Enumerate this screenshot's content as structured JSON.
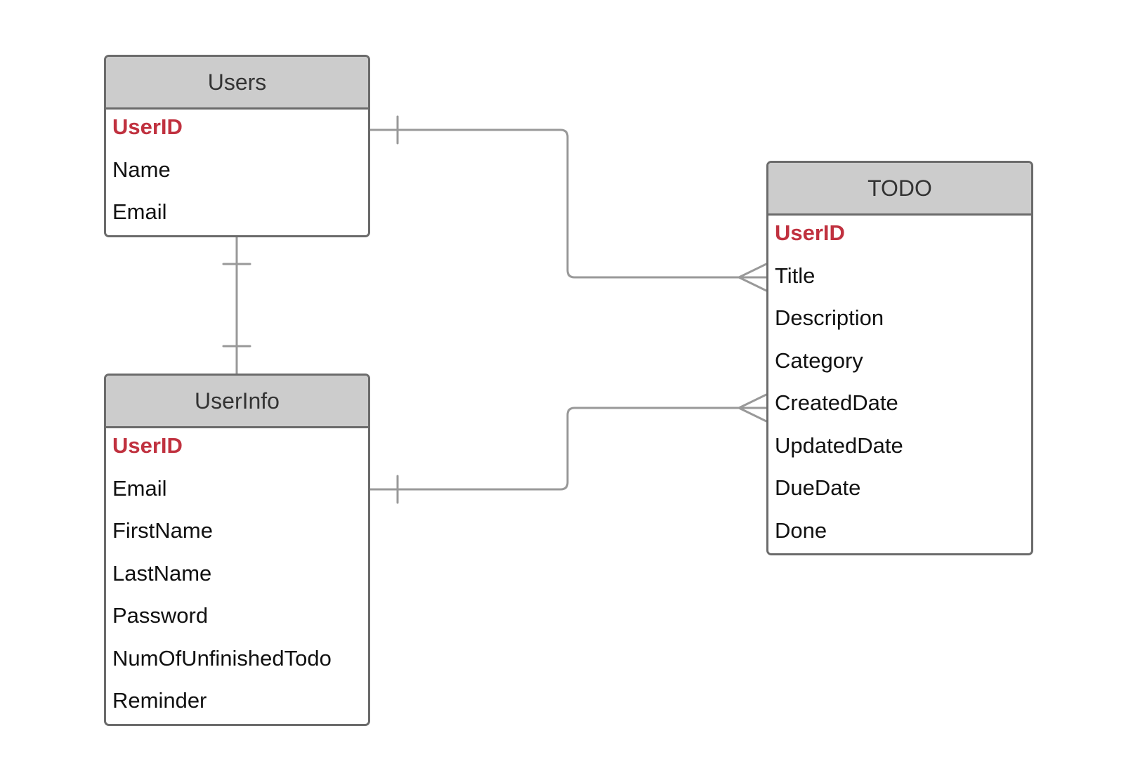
{
  "colors": {
    "header_bg": "#cccccc",
    "border": "#6b6b6b",
    "primary_key": "#c0313f",
    "connector": "#999999",
    "text": "#111111"
  },
  "entities": {
    "users": {
      "title": "Users",
      "fields": [
        {
          "name": "UserID",
          "primary_key": true
        },
        {
          "name": "Name",
          "primary_key": false
        },
        {
          "name": "Email",
          "primary_key": false
        }
      ]
    },
    "userinfo": {
      "title": "UserInfo",
      "fields": [
        {
          "name": "UserID",
          "primary_key": true
        },
        {
          "name": "Email",
          "primary_key": false
        },
        {
          "name": "FirstName",
          "primary_key": false
        },
        {
          "name": "LastName",
          "primary_key": false
        },
        {
          "name": "Password",
          "primary_key": false
        },
        {
          "name": "NumOfUnfinishedTodo",
          "primary_key": false
        },
        {
          "name": "Reminder",
          "primary_key": false
        }
      ]
    },
    "todo": {
      "title": "TODO",
      "fields": [
        {
          "name": "UserID",
          "primary_key": true
        },
        {
          "name": "Title",
          "primary_key": false
        },
        {
          "name": "Description",
          "primary_key": false
        },
        {
          "name": "Category",
          "primary_key": false
        },
        {
          "name": "CreatedDate",
          "primary_key": false
        },
        {
          "name": "UpdatedDate",
          "primary_key": false
        },
        {
          "name": "DueDate",
          "primary_key": false
        },
        {
          "name": "Done",
          "primary_key": false
        }
      ]
    }
  },
  "relationships": [
    {
      "from": "users",
      "to": "userinfo",
      "from_cardinality": "one",
      "to_cardinality": "one"
    },
    {
      "from": "users",
      "to": "todo",
      "from_cardinality": "one",
      "to_cardinality": "many"
    },
    {
      "from": "userinfo",
      "to": "todo",
      "from_cardinality": "one",
      "to_cardinality": "many"
    }
  ]
}
